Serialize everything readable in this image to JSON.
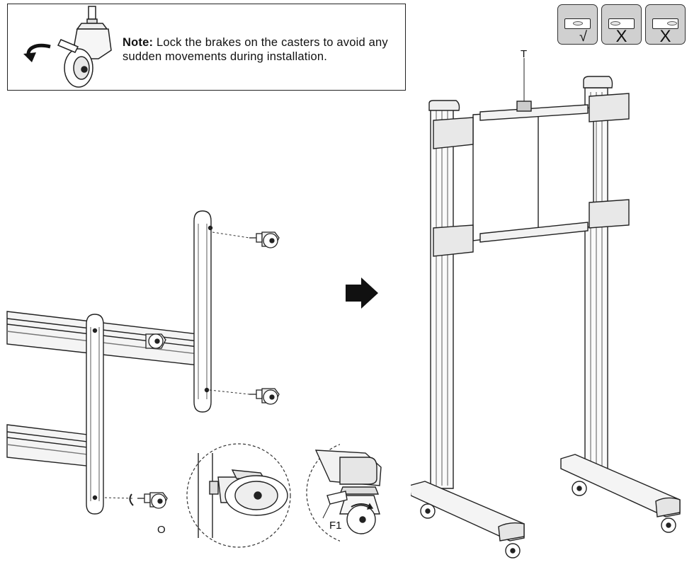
{
  "note": {
    "heading": "Note:",
    "text": "Lock the brakes on the casters to avoid any sudden movements during installation."
  },
  "labels": {
    "T": "T",
    "O": "O",
    "F1": "F1"
  },
  "level_indicators": [
    {
      "mark": "√",
      "state": "correct"
    },
    {
      "mark": "X",
      "state": "incorrect"
    },
    {
      "mark": "X",
      "state": "incorrect"
    }
  ],
  "icons": [
    "caster-brake-icon",
    "arrow-right-icon",
    "spirit-level-icon",
    "caster-icon",
    "brake-pedal-icon"
  ]
}
